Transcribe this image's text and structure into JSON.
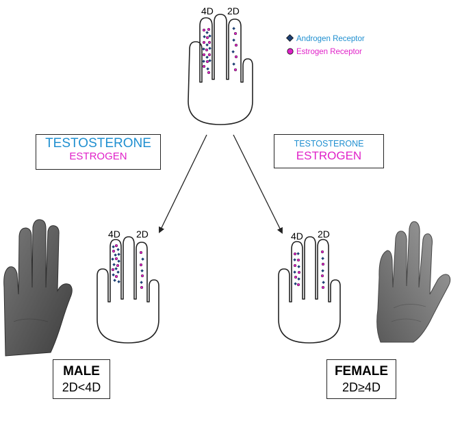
{
  "legend": {
    "androgen_label": "Androgen Receptor",
    "estrogen_label": "Estrogen Receptor",
    "androgen_color": "#1c3f73",
    "estrogen_color": "#e020c8"
  },
  "digit_labels": {
    "fourth": "4D",
    "second": "2D"
  },
  "hormone_left": {
    "testosterone": "TESTOSTERONE",
    "estrogen": "ESTROGEN"
  },
  "hormone_right": {
    "testosterone": "TESTOSTERONE",
    "estrogen": "ESTROGEN"
  },
  "male": {
    "sex": "MALE",
    "ratio": "2D<4D"
  },
  "female": {
    "sex": "FEMALE",
    "ratio": "2D≥4D"
  },
  "colors": {
    "testosterone": "#1f8fd0",
    "estrogen": "#e020c8"
  }
}
